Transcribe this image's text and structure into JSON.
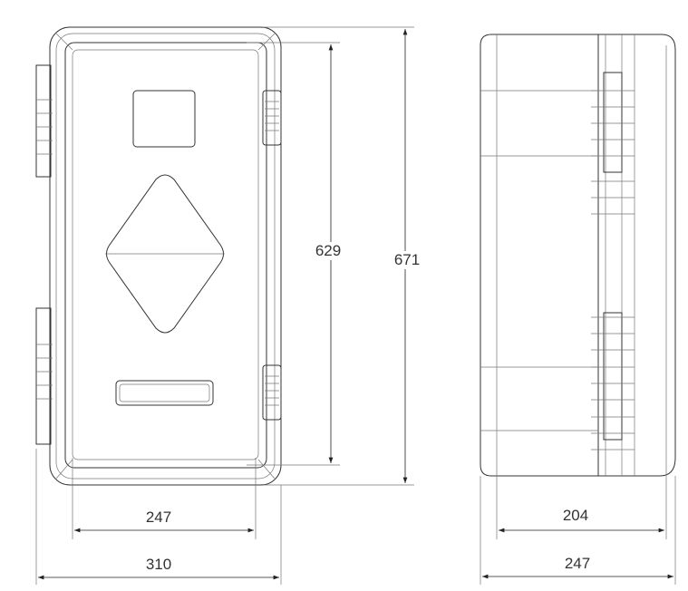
{
  "front_view": {
    "inner_height_label": "629",
    "outer_height_label": "671",
    "inner_width_label": "247",
    "outer_width_label": "310"
  },
  "side_view": {
    "inner_depth_label": "204",
    "outer_depth_label": "247"
  }
}
